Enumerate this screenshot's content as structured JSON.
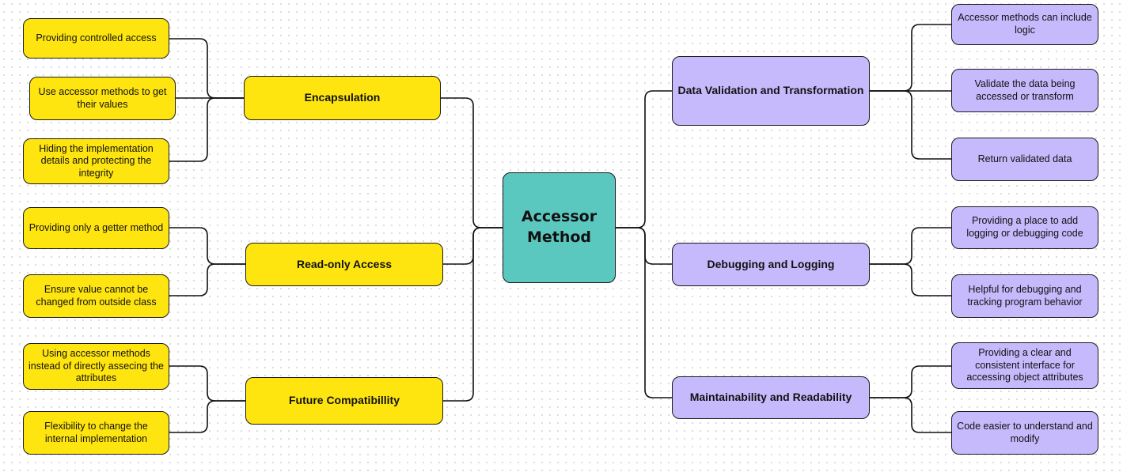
{
  "root": {
    "label": "Accessor Method",
    "color": "#5bc8bf"
  },
  "branches": [
    {
      "label": "Encapsulation",
      "color": "#ffe50f",
      "children": [
        "Providing controlled access",
        "Use accessor methods to get their values",
        "Hiding the implementation details and protecting the integrity"
      ]
    },
    {
      "label": "Read-only Access",
      "color": "#ffe50f",
      "children": [
        "Providing only a getter method",
        "Ensure value cannot be changed from outside class"
      ]
    },
    {
      "label": "Future Compatibillity",
      "color": "#ffe50f",
      "children": [
        "Using accessor methods instead of directly assecing the attributes",
        "Flexibility to change the internal implementation"
      ]
    },
    {
      "label": "Data Validation and Transformation",
      "color": "#c6bafc",
      "children": [
        "Accessor methods can include logic",
        "Validate the data being accessed or transform",
        "Return validated data"
      ]
    },
    {
      "label": "Debugging and Logging",
      "color": "#c6bafc",
      "children": [
        "Providing a place to add logging or debugging code",
        "Helpful for debugging and tracking program behavior"
      ]
    },
    {
      "label": "Maintainability and Readability",
      "color": "#c6bafc",
      "children": [
        "Providing a clear and consistent interface for accessing object attributes",
        "Code easier to understand and modify"
      ]
    }
  ]
}
